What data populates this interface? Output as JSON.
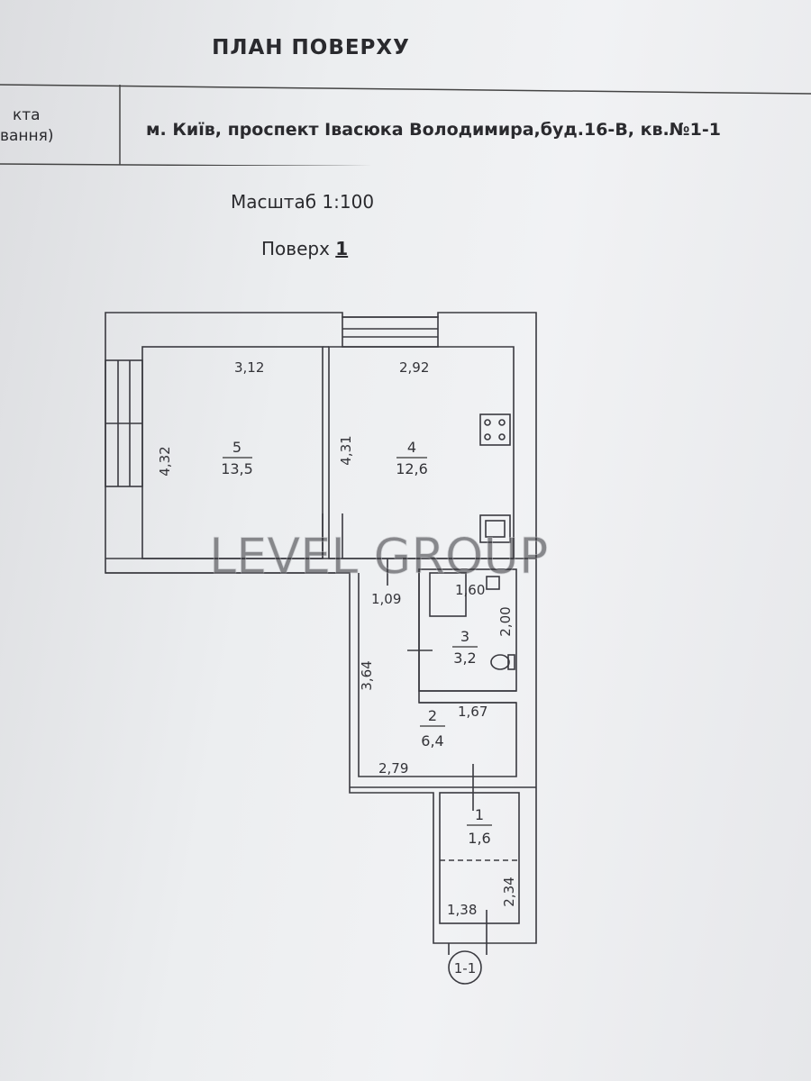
{
  "header": {
    "title": "ПЛАН ПОВЕРХУ",
    "left_cell_line1": "кта",
    "left_cell_line2": "вання)",
    "address": "м. Київ, проспект Івасюка Володимира,буд.16-В, кв.№1-1"
  },
  "scale": {
    "label": "Масштаб 1:100"
  },
  "floor": {
    "label": "Поверх ",
    "number": "1"
  },
  "rooms": [
    {
      "number": "5",
      "area": "13,5"
    },
    {
      "number": "4",
      "area": "12,6"
    },
    {
      "number": "3",
      "area": "3,2"
    },
    {
      "number": "2",
      "area": "6,4"
    },
    {
      "number": "1",
      "area": "1,6"
    }
  ],
  "dimensions": {
    "room5_width": "3,12",
    "room5_height": "4,32",
    "room4_width": "2,92",
    "room4_height": "4,31",
    "room3_width": "1,60",
    "room3_height": "2,00",
    "room2_top": "1,09",
    "room2_height": "3,64",
    "room2_mid": "1,67",
    "room2_width": "2,79",
    "room1_width": "1,38",
    "room1_height": "2,34"
  },
  "section_mark": "1-1",
  "watermark": "LEVEL GROUP"
}
